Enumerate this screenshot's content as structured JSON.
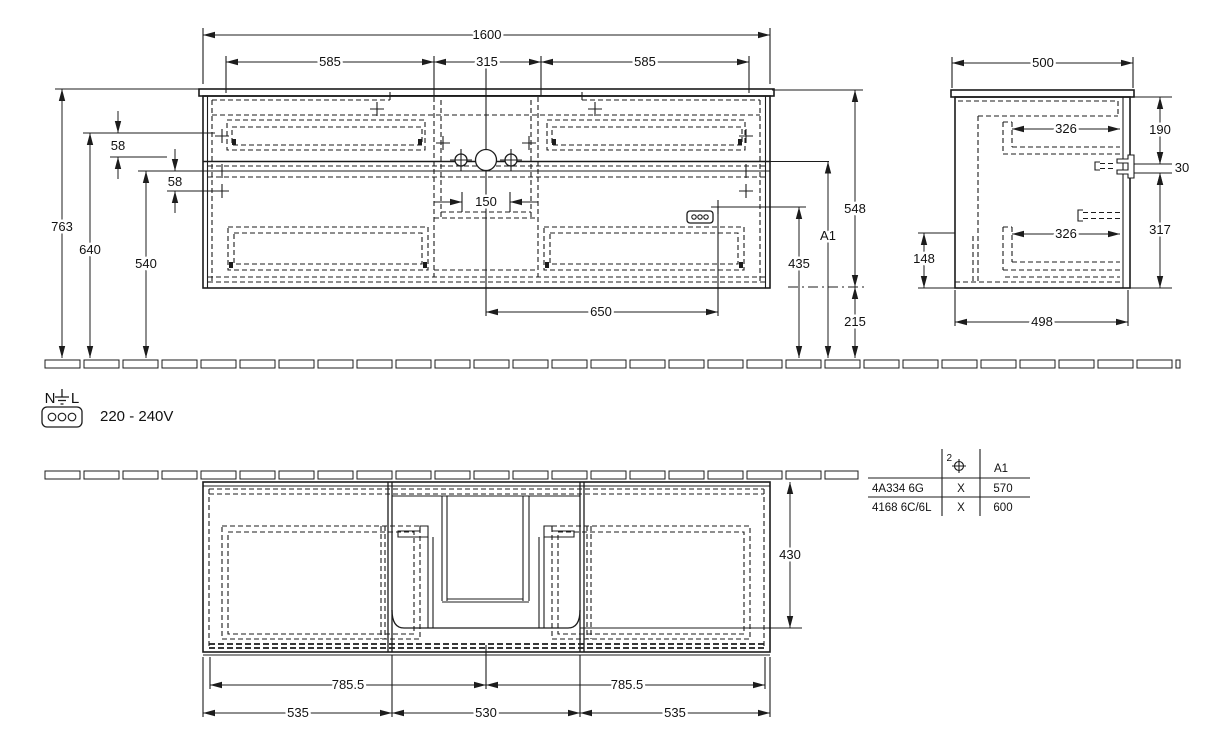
{
  "colors": {
    "ink": "#1c1c1c",
    "background": "#ffffff"
  },
  "electrical": {
    "neutral_label": "N",
    "live_label": "L",
    "voltage": "220 - 240V"
  },
  "table": {
    "faucet_hole_count": "2",
    "dimension_column_header": "A1",
    "rows": [
      {
        "model": "4A334 6G",
        "mark": "X",
        "a1_value": "570"
      },
      {
        "model": "4168 6C/6L",
        "mark": "X",
        "a1_value": "600"
      }
    ]
  },
  "dims": {
    "front": {
      "total_width": "1600",
      "basin_left": "585",
      "basin_center": "315",
      "basin_right": "585",
      "height_total": "763",
      "height_mid": "640",
      "height_low": "540",
      "offset_top": "58",
      "offset_mid": "58",
      "faucet_spacing": "150",
      "drawer_width": "650",
      "cabinet_height": "548",
      "basin_height_label": "A1",
      "socket_height": "435",
      "floor_clearance": "215"
    },
    "side": {
      "depth": "500",
      "rail_top": "326",
      "rail_bottom": "326",
      "top_section": "190",
      "bracket": "30",
      "bottom_section": "317",
      "back_panel": "148",
      "base_depth": "498"
    },
    "plan": {
      "inner_depth": "430",
      "half_left": "785.5",
      "half_right": "785.5",
      "seg_left": "535",
      "seg_center": "530",
      "seg_right": "535"
    }
  },
  "icons": {
    "socket": "power-socket-3pin-icon",
    "ground": "earth-ground-icon",
    "faucet_hole": "crosshair-circle-icon"
  }
}
